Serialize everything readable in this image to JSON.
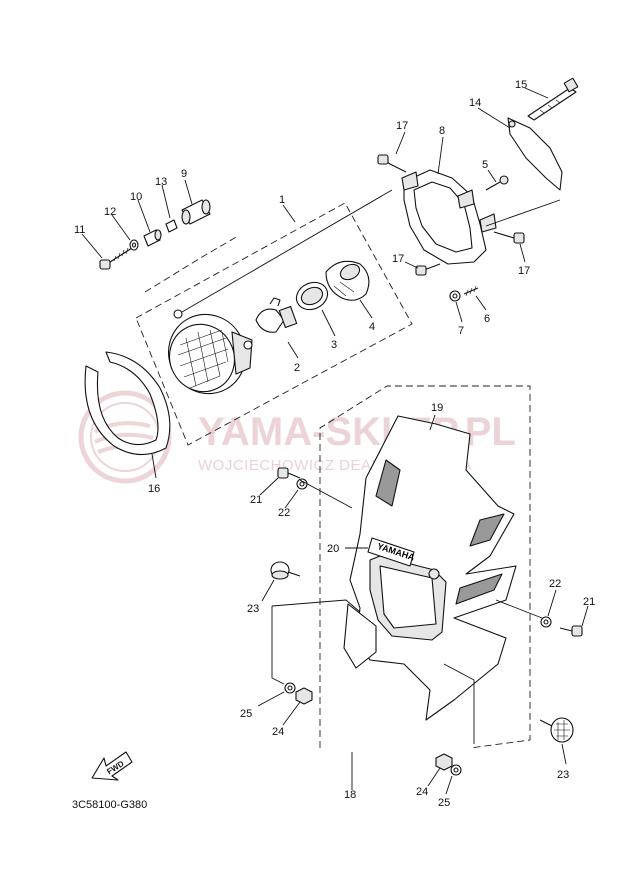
{
  "watermark": {
    "title": "YAMA-SKLEP.PL",
    "subtitle": "WOJCIECHOWICZ DEALER YAMAHA"
  },
  "diagram_code": "3C58100-G380",
  "fwd_label": "FWD",
  "visor_brand": "YAMAHA",
  "colors": {
    "line": "#111111",
    "watermark": "#e8c9cc"
  },
  "callouts": {
    "c1": "1",
    "c2": "2",
    "c3": "3",
    "c4": "4",
    "c5": "5",
    "c6": "6",
    "c7": "7",
    "c8": "8",
    "c9": "9",
    "c10": "10",
    "c11": "11",
    "c12": "12",
    "c13": "13",
    "c14": "14",
    "c15": "15",
    "c16": "16",
    "c17a": "17",
    "c17b": "17",
    "c17c": "17",
    "c18": "18",
    "c19": "19",
    "c20": "20",
    "c21a": "21",
    "c21b": "21",
    "c22a": "22",
    "c22b": "22",
    "c23a": "23",
    "c23b": "23",
    "c24a": "24",
    "c24b": "24",
    "c25a": "25",
    "c25b": "25"
  }
}
